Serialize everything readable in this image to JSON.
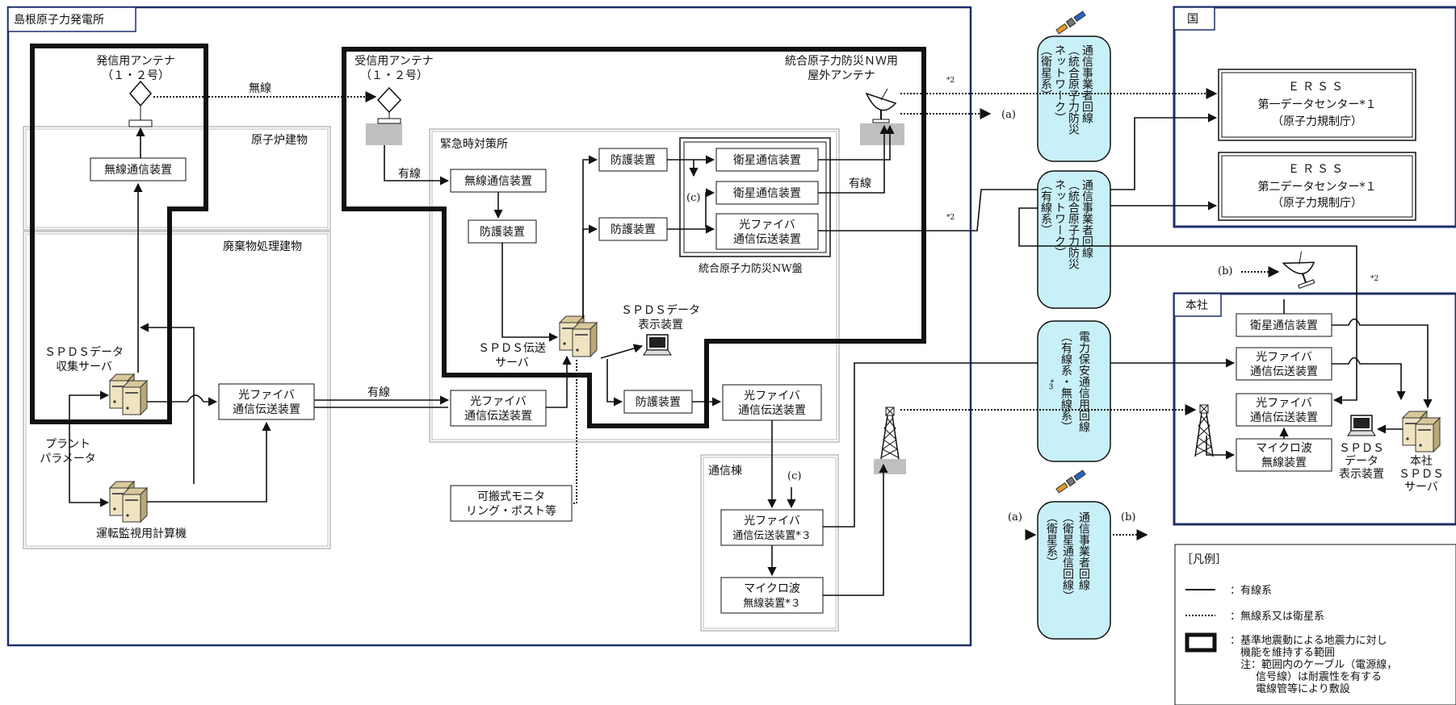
{
  "colors": {
    "accent_border": "#1f2f6b",
    "network_fill": "#c8f0f8",
    "region_fill": "#d6d6d6"
  },
  "regions": {
    "plant": "島根原子力発電所",
    "reactor_building": "原子炉建物",
    "waste_building": "廃棄物処理建物",
    "emergency_center": "緊急時対策所",
    "comm_building": "通信棟",
    "national": "国",
    "head_office": "本社",
    "nw_panel_caption": "統合原子力防災NW盤"
  },
  "labels": {
    "tx_antenna": [
      "発信用アンテナ",
      "（１・２号）"
    ],
    "rx_antenna": [
      "受信用アンテナ",
      "（１・２号）"
    ],
    "outdoor_antenna": [
      "統合原子力防災ＮＷ用",
      "屋外アンテナ"
    ],
    "radio_link": "無線",
    "wired_1": "有線",
    "wired_2": "有線",
    "wired_3": "有線",
    "spds_collect": [
      "ＳＰＤＳデータ",
      "収集サーバ"
    ],
    "plant_params": [
      "プラント",
      "パラメータ"
    ],
    "plant_computer": "運転監視用計算機",
    "spds_transfer": [
      "ＳＰＤＳ伝送",
      "サーバ"
    ],
    "spds_display": [
      "ＳＰＤＳデータ",
      "表示装置"
    ],
    "ho_spds_display": [
      "ＳＰＤＳ",
      "データ",
      "表示装置"
    ],
    "ho_spds_server": [
      "本社",
      "ＳＰＤＳ",
      "サーバ"
    ],
    "note_star2": "*2",
    "mark_a": "(a)",
    "mark_b": "(b)",
    "mark_c": "(c)"
  },
  "boxes": {
    "wireless_comm_reactor": "無線通信装置",
    "optical_waste": [
      "光ファイバ",
      "通信伝送装置"
    ],
    "wireless_comm_ec": "無線通信装置",
    "protect_ec": "防護装置",
    "optical_ec": [
      "光ファイバ",
      "通信伝送装置"
    ],
    "protect_1": "防護装置",
    "protect_2": "防護装置",
    "protect_3": "防護装置",
    "sat_comm_1": "衛星通信装置",
    "sat_comm_2": "衛星通信装置",
    "optical_nw": [
      "光ファイバ",
      "通信伝送装置"
    ],
    "optical_comm_bldg": [
      "光ファイバ",
      "通信伝送装置*３"
    ],
    "optical_ec_out": [
      "光ファイバ",
      "通信伝送装置"
    ],
    "microwave_comm_bldg": [
      "マイクロ波",
      "無線装置*３"
    ],
    "portable_monitor": [
      "可搬式モニタ",
      "リング・ポスト等"
    ],
    "erss1": [
      "ＥＲＳＳ",
      "第一データセンター*１",
      "（原子力規制庁）"
    ],
    "erss2": [
      "ＥＲＳＳ",
      "第二データセンター*１",
      "（原子力規制庁）"
    ],
    "ho_sat": "衛星通信装置",
    "ho_optical_1": [
      "光ファイバ",
      "通信伝送装置"
    ],
    "ho_optical_2": [
      "光ファイバ",
      "通信伝送装置"
    ],
    "ho_microwave": [
      "マイクロ波",
      "無線装置"
    ]
  },
  "networks": {
    "n1": [
      "通信事業者回線",
      "（統合原子力防災",
      "ネットワーク）",
      "（衛星系）"
    ],
    "n2": [
      "通信事業者回線",
      "（統合原子力防災",
      "ネットワーク）",
      "（有線系）"
    ],
    "n3": [
      "電力保安通信用回線",
      "（有線系・無線系）",
      "*３"
    ],
    "n4": [
      "通信事業者回線",
      "（衛星通信回線）",
      "（衛星系）"
    ]
  },
  "legend": {
    "title": "［凡例］",
    "wired": "：有線系",
    "wireless": "：無線系又は衛星系",
    "seismic": [
      "：基準地震動による地震力に対し",
      "機能を維持する範囲",
      "注：範囲内のケーブル（電源線，",
      "信号線）は耐震性を有する",
      "電線管等により敷設"
    ]
  }
}
